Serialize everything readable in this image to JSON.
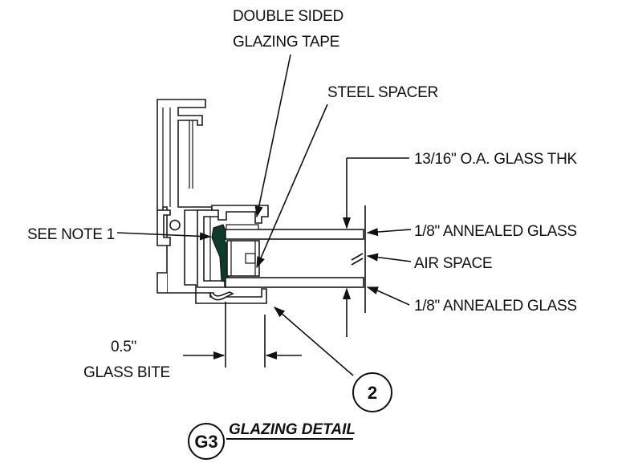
{
  "labels": {
    "tape_line1": "DOUBLE SIDED",
    "tape_line2": "GLAZING TAPE",
    "spacer": "STEEL SPACER",
    "glass_thk": "13/16\" O.A. GLASS THK",
    "see_note": "SEE NOTE 1",
    "glass_top": "1/8\" ANNEALED GLASS",
    "air_space": "AIR SPACE",
    "glass_bottom": "1/8\" ANNEALED GLASS",
    "bite_value": "0.5\"",
    "bite_label": "GLASS BITE",
    "callout_number": "2"
  },
  "title_block": {
    "tag": "G3",
    "title": "GLAZING DETAIL"
  },
  "colors": {
    "ink": "#111111",
    "sealant": "#123a2c",
    "background": "#ffffff"
  }
}
